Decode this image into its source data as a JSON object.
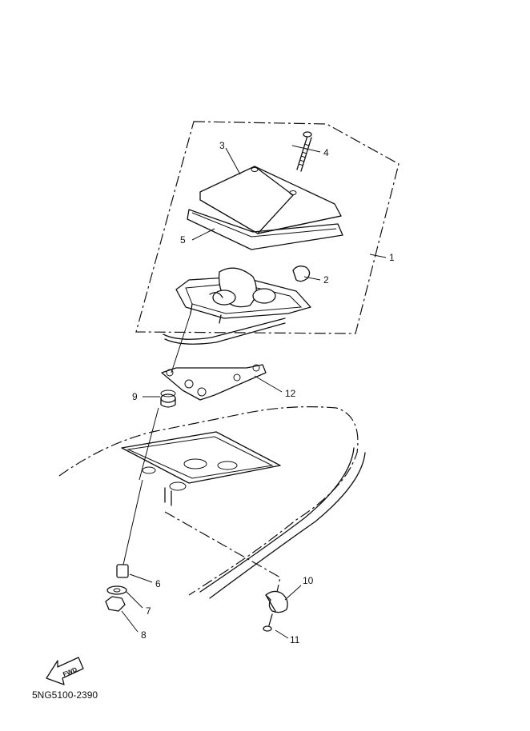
{
  "callouts": {
    "c1": "1",
    "c2": "2",
    "c3": "3",
    "c4": "4",
    "c5": "5",
    "c6": "6",
    "c7": "7",
    "c8": "8",
    "c9": "9",
    "c10": "10",
    "c11": "11",
    "c12": "12"
  },
  "fwd_label": "FWD",
  "diagram_code": "5NG5100-2390"
}
